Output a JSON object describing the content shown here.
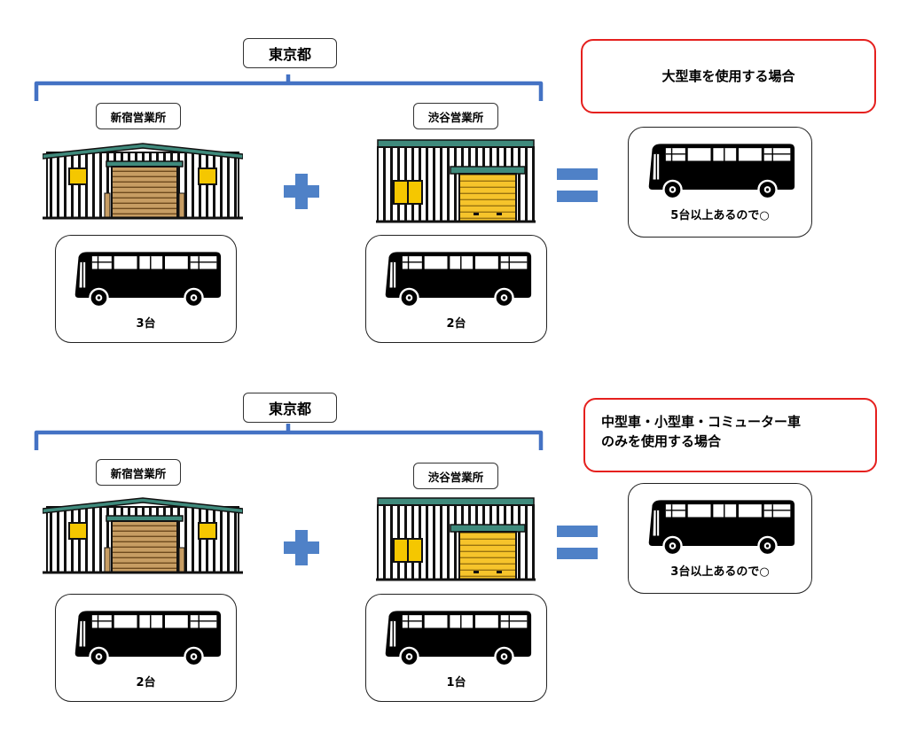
{
  "colors": {
    "bracket": "#4472c4",
    "operator": "#4f81c7",
    "note_border": "#e5201e",
    "door_brown": "#b78a4f",
    "door_yellow": "#f6c42b",
    "roof_green": "#3f8a7c",
    "window_yellow": "#f5c700"
  },
  "icons": [
    "warehouse-icon",
    "bus-icon",
    "plus-icon",
    "equals-icon"
  ],
  "scenarios": [
    {
      "region": "東京都",
      "office_a": {
        "name": "新宿営業所",
        "count": "3台"
      },
      "office_b": {
        "name": "渋谷営業所",
        "count": "2台"
      },
      "condition": "大型車を使用する場合",
      "result": "5台以上あるので○"
    },
    {
      "region": "東京都",
      "office_a": {
        "name": "新宿営業所",
        "count": "2台"
      },
      "office_b": {
        "name": "渋谷営業所",
        "count": "1台"
      },
      "condition_line1": "中型車・小型車・コミューター車",
      "condition_line2": "のみを使用する場合",
      "result": "3台以上あるので○"
    }
  ]
}
